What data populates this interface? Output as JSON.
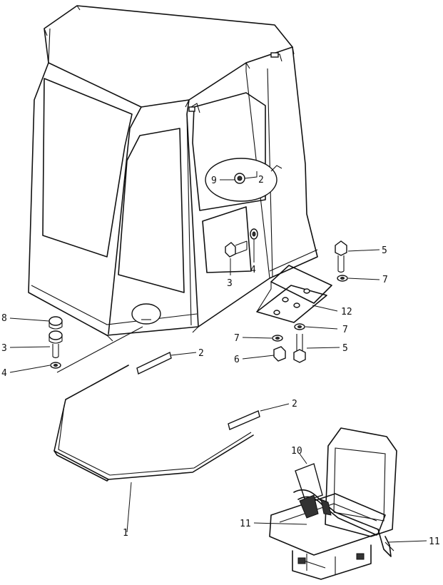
{
  "callouts": {
    "c1": "1",
    "c2a": "2",
    "c2b": "2",
    "c2c": "2",
    "c3a": "3",
    "c3b": "3",
    "c4a": "4",
    "c4b": "4",
    "c5a": "5",
    "c5b": "5",
    "c6": "6",
    "c7a": "7",
    "c7b": "7",
    "c7c": "7",
    "c8": "8",
    "c9": "9",
    "c10": "10",
    "c11a": "11",
    "c11b": "11",
    "c12": "12"
  }
}
